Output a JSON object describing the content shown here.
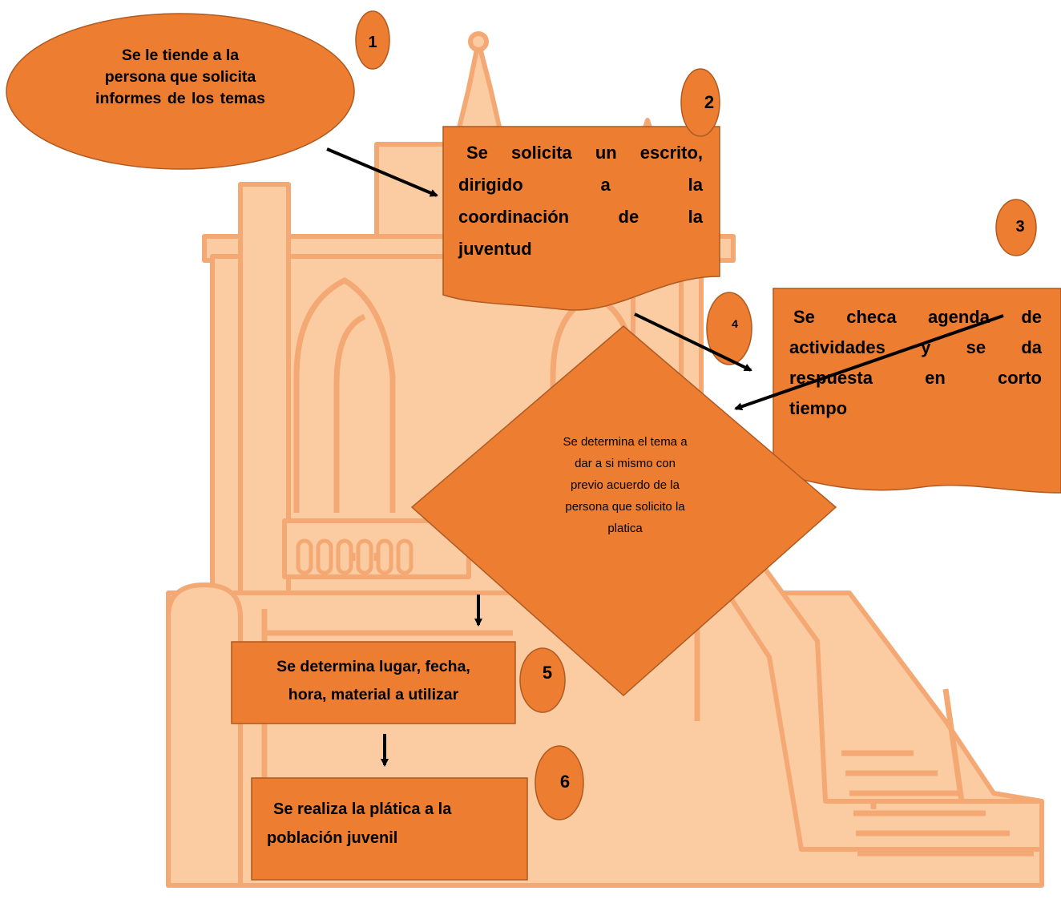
{
  "colors": {
    "shape_fill": "#ED7D31",
    "shape_stroke": "#AE5A21",
    "watermark_fill": "#FBCBA2",
    "watermark_stroke": "#F4A873",
    "arrow": "#000000"
  },
  "background": {
    "watermark": "building-facade-watermark"
  },
  "steps": {
    "step1": {
      "number": "1",
      "lines": [
        "Se le tiende a la",
        "persona que solicita",
        "informes  de  los  temas"
      ]
    },
    "step2": {
      "number": "2",
      "lines": [
        "Se  solicita  un  escrito,",
        "dirigido        a        la",
        "coordinación     de     la",
        "juventud"
      ]
    },
    "step3": {
      "number": "3",
      "lines": [
        "Se  checa    agenda   de",
        "actividades      y  se  da",
        "respuesta       en       corto",
        "tiempo"
      ]
    },
    "step4": {
      "number": "4",
      "lines": [
        "Se determina  el  tema  a",
        "dar a  si  mismo  con",
        "previo  acuerdo de  la",
        "persona  que  solicito  la",
        "platica"
      ]
    },
    "step5": {
      "number": "5",
      "lines": [
        "Se determina lugar,  fecha,",
        "hora, material a  utilizar"
      ]
    },
    "step6": {
      "number": "6",
      "lines": [
        "Se  realiza  la  plática a la",
        "población  juvenil"
      ]
    }
  }
}
